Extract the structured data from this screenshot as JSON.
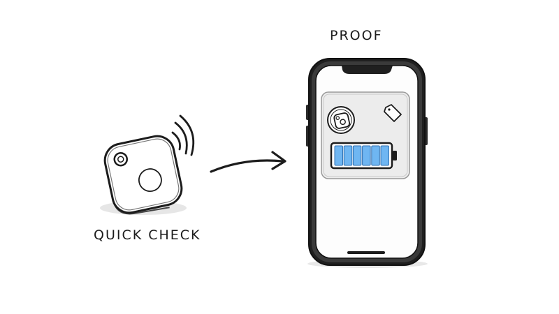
{
  "labels": {
    "proof": "PROOF",
    "quick_check": "QUICK CHECK"
  },
  "illustration": {
    "tracker": "tracker-tag",
    "phone": "smartphone",
    "arrow": "arrow-right",
    "battery_level": 1.0,
    "battery_color": "#6fb6f2",
    "ink_color": "#1c1c1c"
  }
}
